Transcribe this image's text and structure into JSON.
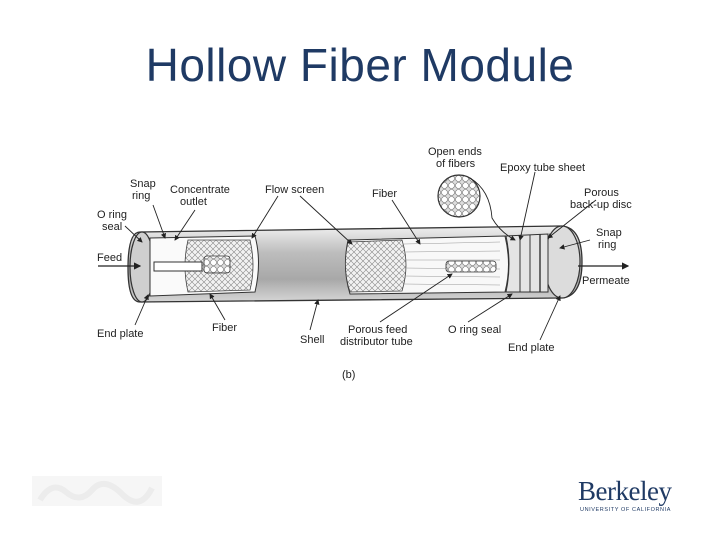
{
  "slide": {
    "title": "Hollow Fiber Module"
  },
  "diagram": {
    "labels": {
      "snap_ring_left": [
        "Snap",
        "ring"
      ],
      "concentrate_outlet": [
        "Concentrate",
        "outlet"
      ],
      "flow_screen": "Flow screen",
      "fiber_top": "Fiber",
      "open_ends": [
        "Open ends",
        "of fibers"
      ],
      "epoxy_tube_sheet": "Epoxy tube sheet",
      "porous_backup_disc": [
        "Porous",
        "back-up disc"
      ],
      "snap_ring_right": [
        "Snap",
        "ring"
      ],
      "o_ring_seal_left": [
        "O ring",
        "seal"
      ],
      "feed": "Feed",
      "permeate": "Permeate",
      "end_plate_left": "End plate",
      "fiber_bottom": "Fiber",
      "shell": "Shell",
      "porous_feed": [
        "Porous feed",
        "distributor tube"
      ],
      "o_ring_seal_right": "O ring seal",
      "end_plate_right": "End plate",
      "panel": "(b)"
    }
  },
  "logo": {
    "word": "Berkeley",
    "sub": "UNIVERSITY OF CALIFORNIA"
  },
  "colors": {
    "title": "#1f3a64",
    "shell": "#c8c8c8",
    "fiber_fill": "#e8e8e8"
  }
}
